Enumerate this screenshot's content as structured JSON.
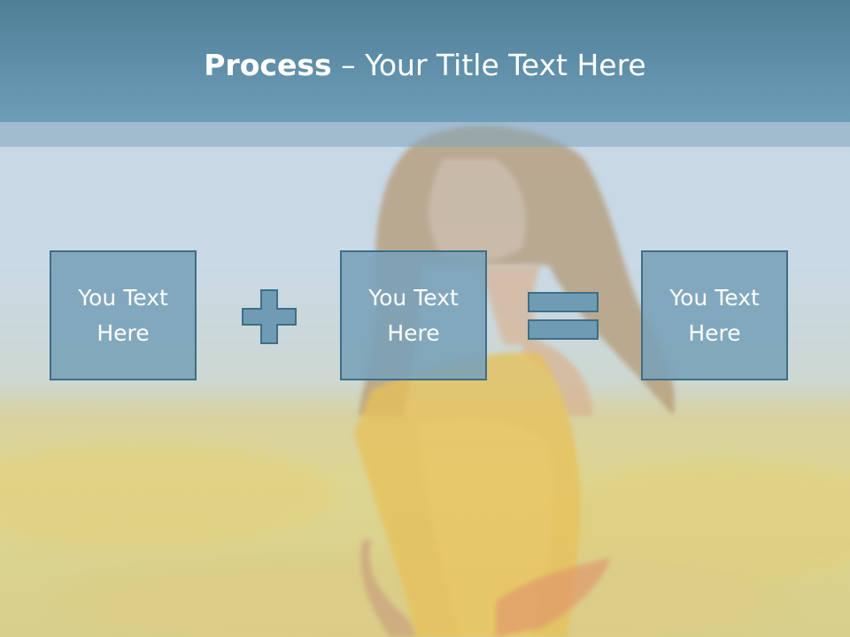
{
  "slide": {
    "title_bold": "Process",
    "title_rest": " – Your Title Text Here",
    "boxes": [
      {
        "line1": "You Text",
        "line2": "Here"
      },
      {
        "line1": "You Text",
        "line2": "Here"
      },
      {
        "line1": "You Text",
        "line2": "Here"
      }
    ],
    "operators": [
      "plus-icon",
      "equals-icon"
    ],
    "colors": {
      "title_bar": "#5a8aa6",
      "box_fill": "#78a0b8",
      "box_border": "#3f6e88",
      "operator_fill": "#6f9bb4",
      "text": "#ffffff"
    }
  }
}
